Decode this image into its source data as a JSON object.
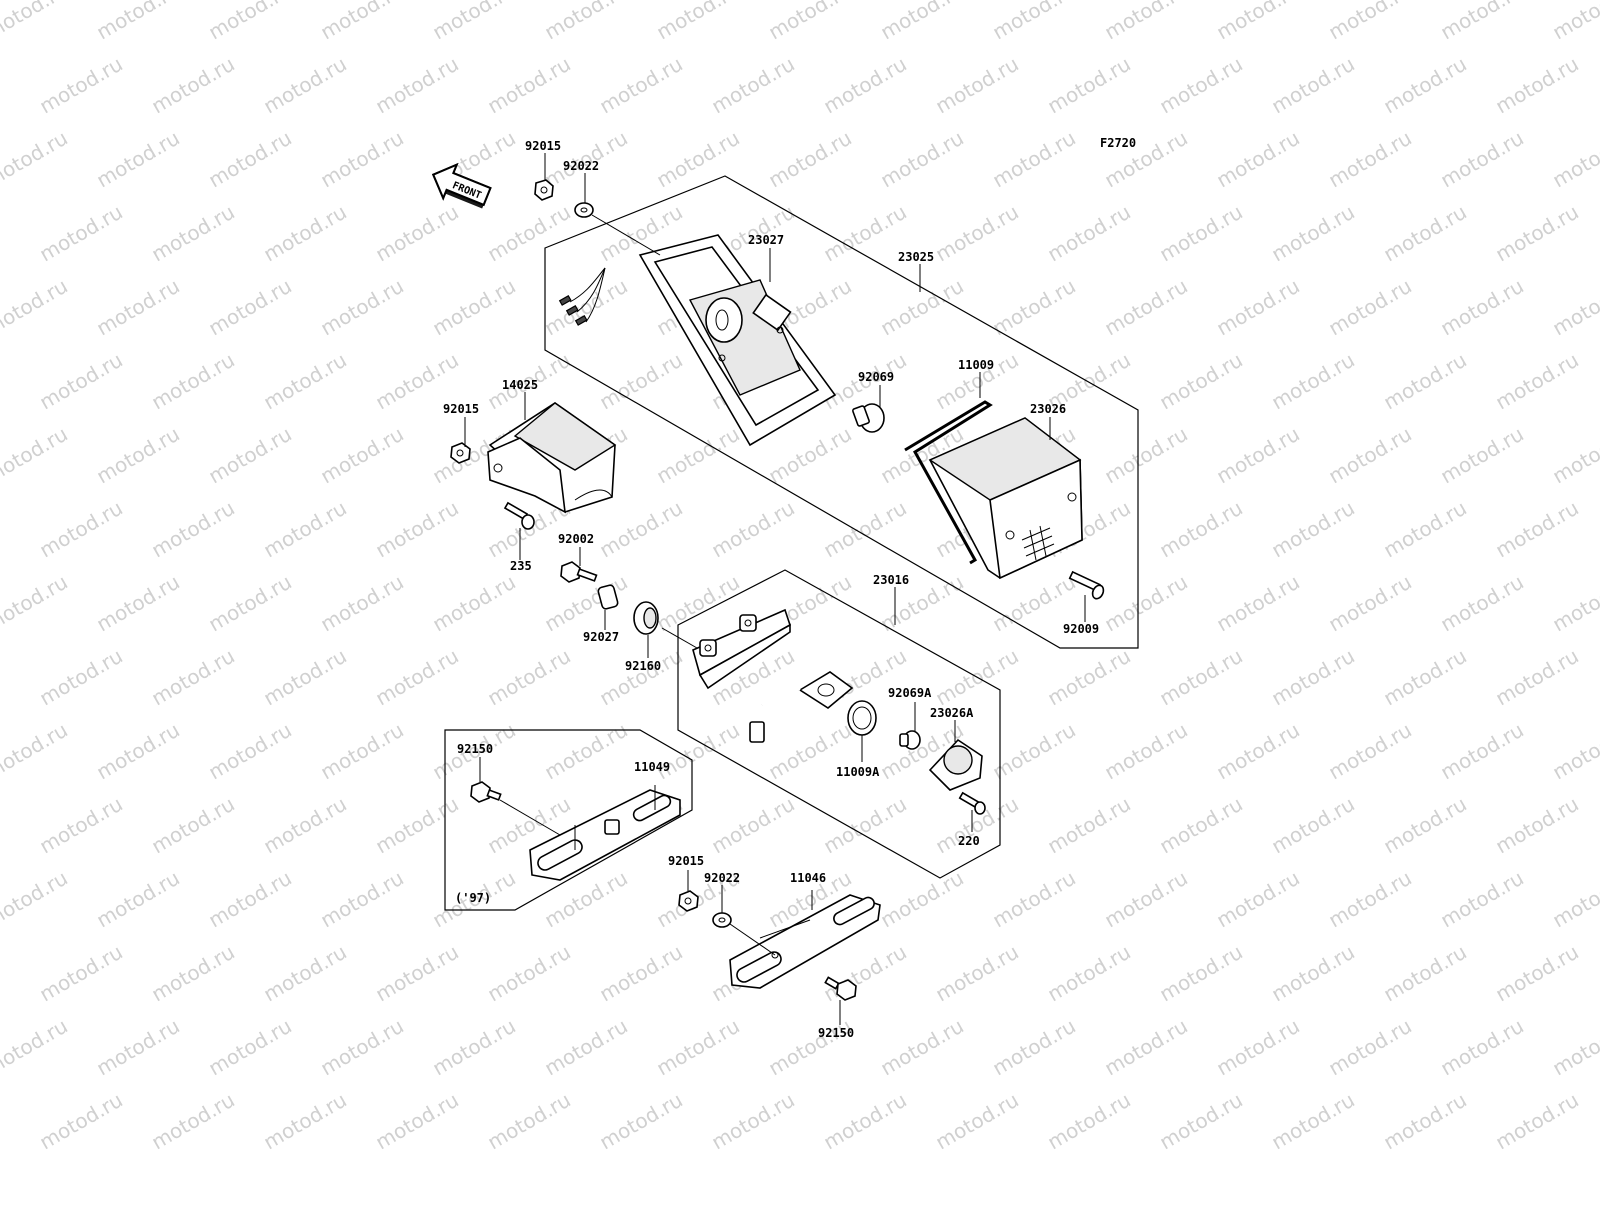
{
  "diagram": {
    "figure_code": "F2720",
    "front_arrow_text": "FRONT",
    "watermark_text": "motod.ru",
    "year_note": "('97)",
    "callouts": [
      {
        "id": "c-92015-top",
        "label": "92015"
      },
      {
        "id": "c-92022-top",
        "label": "92022"
      },
      {
        "id": "c-23027",
        "label": "23027"
      },
      {
        "id": "c-23025",
        "label": "23025"
      },
      {
        "id": "c-92069",
        "label": "92069"
      },
      {
        "id": "c-11009",
        "label": "11009"
      },
      {
        "id": "c-23026",
        "label": "23026"
      },
      {
        "id": "c-14025",
        "label": "14025"
      },
      {
        "id": "c-92015-mid",
        "label": "92015"
      },
      {
        "id": "c-235",
        "label": "235"
      },
      {
        "id": "c-92002",
        "label": "92002"
      },
      {
        "id": "c-92027",
        "label": "92027"
      },
      {
        "id": "c-92160",
        "label": "92160"
      },
      {
        "id": "c-23016",
        "label": "23016"
      },
      {
        "id": "c-92009",
        "label": "92009"
      },
      {
        "id": "c-92069A",
        "label": "92069A"
      },
      {
        "id": "c-23026A",
        "label": "23026A"
      },
      {
        "id": "c-11009A",
        "label": "11009A"
      },
      {
        "id": "c-220",
        "label": "220"
      },
      {
        "id": "c-92150-left",
        "label": "92150"
      },
      {
        "id": "c-11049",
        "label": "11049"
      },
      {
        "id": "c-92015-bottom",
        "label": "92015"
      },
      {
        "id": "c-92022-bottom",
        "label": "92022"
      },
      {
        "id": "c-11046",
        "label": "11046"
      },
      {
        "id": "c-92150-bottom",
        "label": "92150"
      }
    ]
  }
}
